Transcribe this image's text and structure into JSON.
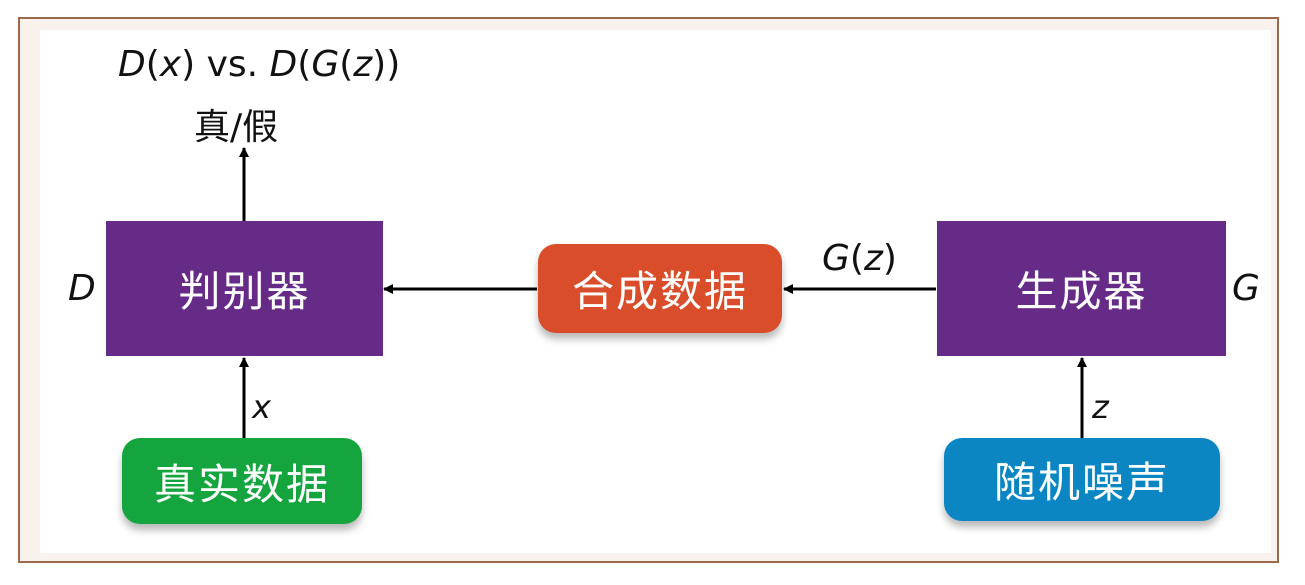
{
  "diagram": {
    "nodes": {
      "discriminator": "判别器",
      "synthetic_data": "合成数据",
      "generator": "生成器",
      "real_data": "真实数据",
      "random_noise": "随机噪声"
    },
    "labels": {
      "output_top": {
        "d": "D",
        "paren_x_open": "(",
        "x": "x",
        "paren_x_close": ")",
        "vs": " vs. ",
        "d2": "D",
        "paren2_open": "(",
        "g": "G",
        "paren3_open": "(",
        "z": "z",
        "paren_close": "))"
      },
      "real_fake": "真/假",
      "d_side": "D",
      "g_side": "G",
      "x_edge": "x",
      "z_edge": "z",
      "gz_edge": {
        "g": "G",
        "paren_open": "(",
        "z": "z",
        "paren_close": ")"
      }
    },
    "colors": {
      "purple": "#662b86",
      "green": "#14a53f",
      "orange": "#d94d2b",
      "blue": "#0b86c3",
      "frame": "#9b6a4a"
    },
    "edges": [
      "真实数据 → 判别器",
      "随机噪声 → 生成器",
      "生成器 → 合成数据",
      "合成数据 → 判别器",
      "判别器 → 真/假"
    ]
  }
}
